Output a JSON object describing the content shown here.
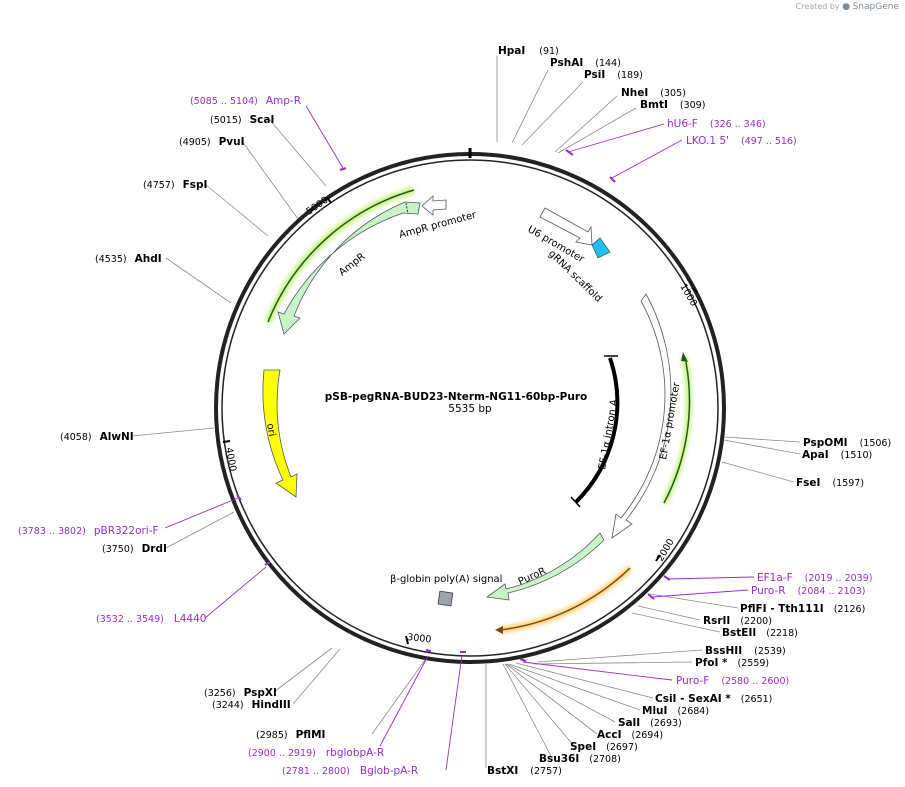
{
  "watermark": {
    "prefix": "Created by",
    "brand": "SnapGene"
  },
  "plasmid": {
    "name": "pSB-pegRNA-BUD23-Nterm-NG11-60bp-Puro",
    "size": "5535 bp"
  },
  "ticks": [
    "1000",
    "2000",
    "3000",
    "4000",
    "5000"
  ],
  "features": [
    {
      "id": "ampr_promoter",
      "label": "AmpR promoter"
    },
    {
      "id": "ampr",
      "label": "AmpR"
    },
    {
      "id": "u6_promoter",
      "label": "U6 promoter"
    },
    {
      "id": "grna_scaffold",
      "label": "gRNA scaffold"
    },
    {
      "id": "ori",
      "label": "ori"
    },
    {
      "id": "ef1a_intron",
      "label": "EF-1α intron A"
    },
    {
      "id": "ef1a_promoter",
      "label": "EF-1α promoter"
    },
    {
      "id": "puror",
      "label": "PuroR"
    },
    {
      "id": "bglobin",
      "label": "β-globin poly(A) signal"
    }
  ],
  "enzymes": [
    {
      "name": "HpaI",
      "pos": "(91)"
    },
    {
      "name": "PshAI",
      "pos": "(144)"
    },
    {
      "name": "PsiI",
      "pos": "(189)"
    },
    {
      "name": "NheI",
      "pos": "(305)"
    },
    {
      "name": "BmtI",
      "pos": "(309)"
    },
    {
      "name": "PspOMI",
      "pos": "(1506)"
    },
    {
      "name": "ApaI",
      "pos": "(1510)"
    },
    {
      "name": "FseI",
      "pos": "(1597)"
    },
    {
      "name": "PflFI",
      "sep": " - ",
      "name2": "Tth111I",
      "pos": "(2126)"
    },
    {
      "name": "RsrII",
      "pos": "(2200)"
    },
    {
      "name": "BstEII",
      "pos": "(2218)"
    },
    {
      "name": "BssHII",
      "pos": "(2539)"
    },
    {
      "name": "PfoI *",
      "pos": "(2559)"
    },
    {
      "name": "CsiI",
      "sep": " - ",
      "name2": "SexAI *",
      "pos": "(2651)"
    },
    {
      "name": "MluI",
      "pos": "(2684)"
    },
    {
      "name": "SalI",
      "pos": "(2693)"
    },
    {
      "name": "AccI",
      "pos": "(2694)"
    },
    {
      "name": "SpeI",
      "pos": "(2697)"
    },
    {
      "name": "Bsu36I",
      "pos": "(2708)"
    },
    {
      "name": "BstXI",
      "pos": "(2757)"
    },
    {
      "name": "PflMI",
      "pos": "(2985)"
    },
    {
      "name": "PspXI",
      "pos": "(3256)"
    },
    {
      "name": "HindIII",
      "pos": "(3244)"
    },
    {
      "name": "DrdI",
      "pos": "(3750)"
    },
    {
      "name": "AlwNI",
      "pos": "(4058)"
    },
    {
      "name": "AhdI",
      "pos": "(4535)"
    },
    {
      "name": "FspI",
      "pos": "(4757)"
    },
    {
      "name": "PvuI",
      "pos": "(4905)"
    },
    {
      "name": "ScaI",
      "pos": "(5015)"
    }
  ],
  "primers": [
    {
      "name": "hU6-F",
      "pos": "(326 .. 346)"
    },
    {
      "name": "LKO.1 5'",
      "pos": "(497 .. 516)"
    },
    {
      "name": "EF1a-F",
      "pos": "(2019 .. 2039)"
    },
    {
      "name": "Puro-R",
      "pos": "(2084 .. 2103)"
    },
    {
      "name": "Puro-F",
      "pos": "(2580 .. 2600)"
    },
    {
      "name": "rbglobpA-R",
      "pos": "(2900 .. 2919)"
    },
    {
      "name": "Bglob-pA-R",
      "pos": "(2781 .. 2800)"
    },
    {
      "name": "L4440",
      "pos": "(3532 .. 3549)"
    },
    {
      "name": "pBR322ori-F",
      "pos": "(3783 .. 3802)"
    },
    {
      "name": "Amp-R",
      "pos": "(5085 .. 5104)"
    }
  ],
  "colors": {
    "backbone": "#222222",
    "enzyme_line": "#8a8a8a",
    "primer": "#9a2bd1",
    "promoter_fill": "#ffffff",
    "cds_fill": "#c8f5c8",
    "ori_fill": "#ffff00",
    "terminator_fill": "#9ea4aa",
    "scaffold_fill": "#1cc1f0"
  }
}
